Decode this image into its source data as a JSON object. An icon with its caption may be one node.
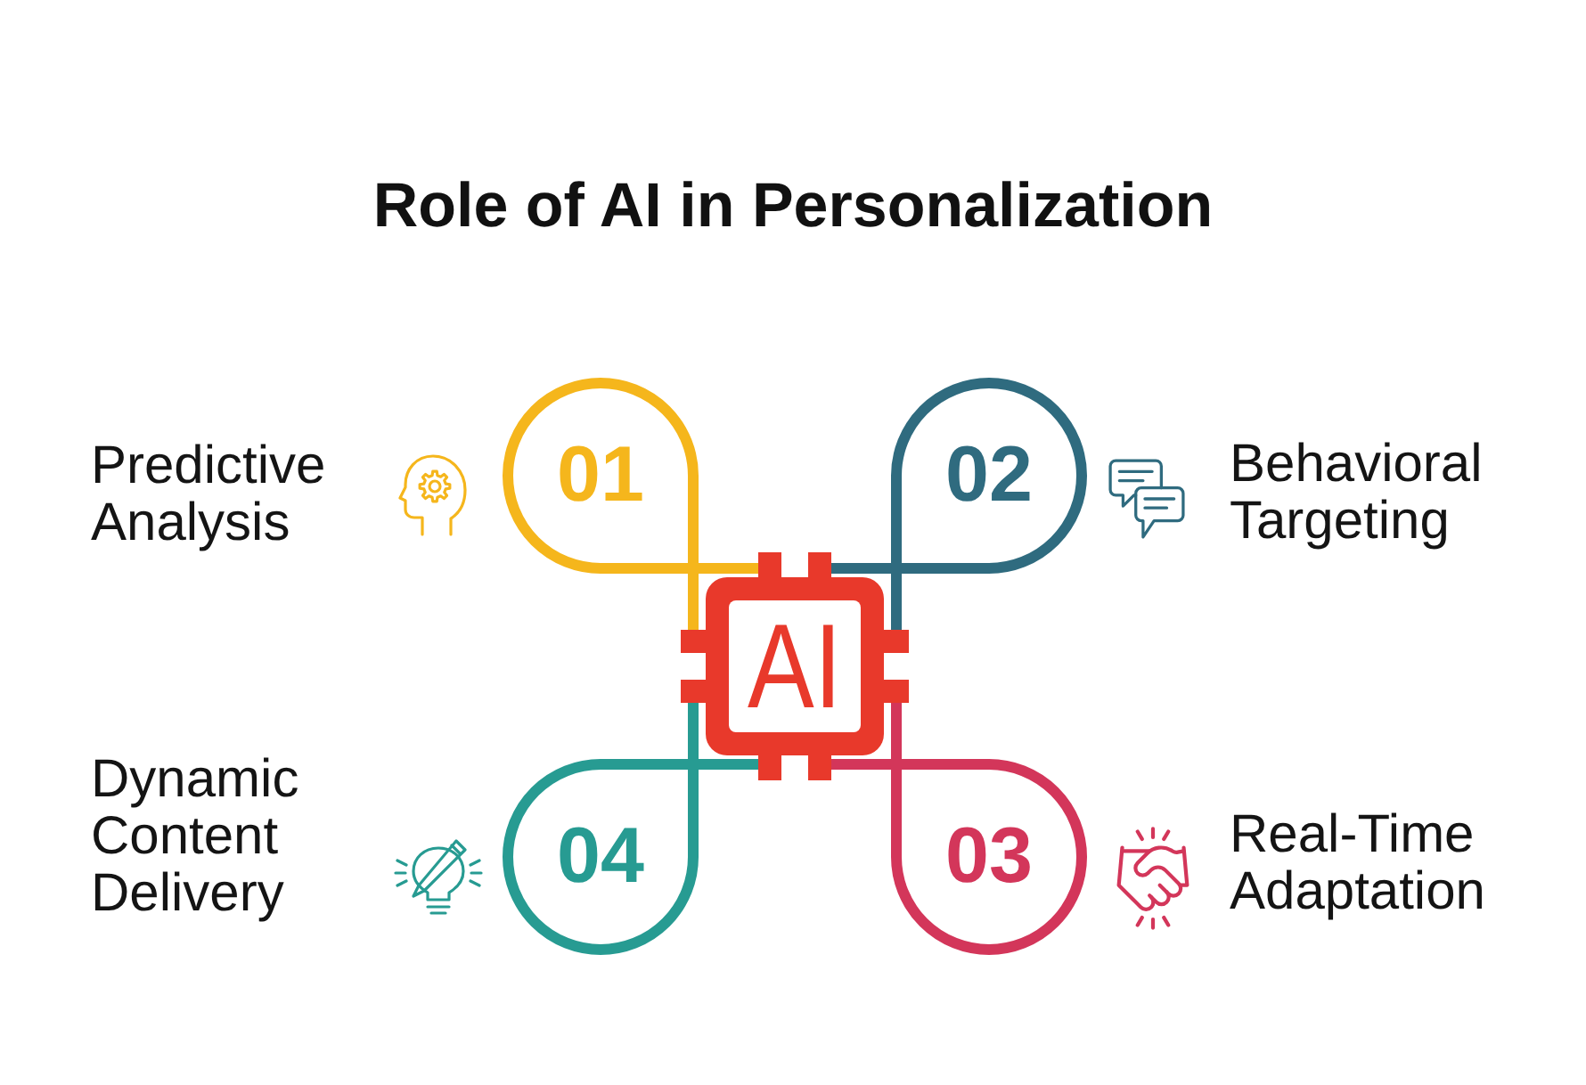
{
  "diagram": {
    "title": "Role of AI in Personalization",
    "nodes": [
      {
        "text": [
          "01"
        ],
        "beside": [
          "Predictive Analysis"
        ]
      },
      {
        "text": [
          "02"
        ],
        "beside": [
          "Behavioral Targeting"
        ]
      },
      {
        "text": [
          "AI"
        ]
      },
      {
        "text": [
          "04"
        ],
        "beside": [
          "Dynamic Content Delivery"
        ]
      },
      {
        "text": [
          "03"
        ],
        "beside": [
          "Real-Time Adaptation"
        ]
      }
    ],
    "edges": [
      {
        "from": 0,
        "to": 2,
        "arrow": "none",
        "color": "#f5b61c"
      },
      {
        "from": 0,
        "to": 2,
        "arrow": "none",
        "color": "#f5b61c"
      },
      {
        "from": 1,
        "to": 2,
        "arrow": "none",
        "color": "#2f6b7f"
      },
      {
        "from": 1,
        "to": 2,
        "arrow": "none",
        "color": "#2f6b7f"
      },
      {
        "from": 3,
        "to": 2,
        "arrow": "none",
        "color": "#279b92"
      },
      {
        "from": 3,
        "to": 2,
        "arrow": "none",
        "color": "#279b92"
      },
      {
        "from": 4,
        "to": 2,
        "arrow": "none",
        "color": "#d3365a"
      },
      {
        "from": 4,
        "to": 2,
        "arrow": "none",
        "color": "#d3365a"
      }
    ]
  }
}
